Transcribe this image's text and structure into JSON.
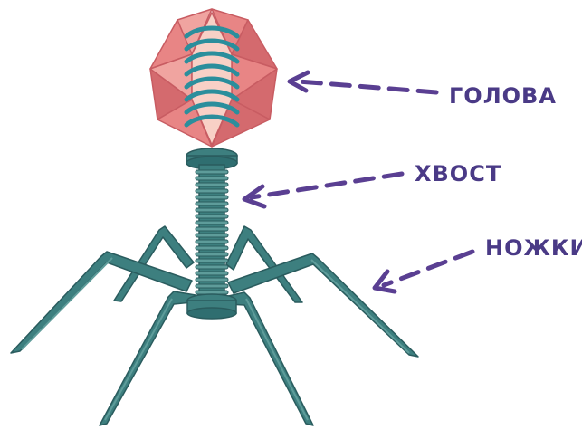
{
  "labels": {
    "head": "ГОЛОВА",
    "tail": "ХВОСТ",
    "legs": "НОЖКИ"
  },
  "colors": {
    "label_text": "#4a3a86",
    "arrow": "#5a3f92",
    "capsid_fill": "#e88585",
    "capsid_light": "#f0a4a0",
    "capsid_dark": "#d46a6e",
    "capsid_stroke": "#c85c62",
    "dna_strand": "#2b8e9c",
    "dna_window": "#f8d0c6",
    "tail_fill": "#3d7f7f",
    "tail_dark": "#2a5c5e",
    "tail_light": "#5e9c9a"
  },
  "icons": {
    "illustration": "bacteriophage-icon"
  }
}
